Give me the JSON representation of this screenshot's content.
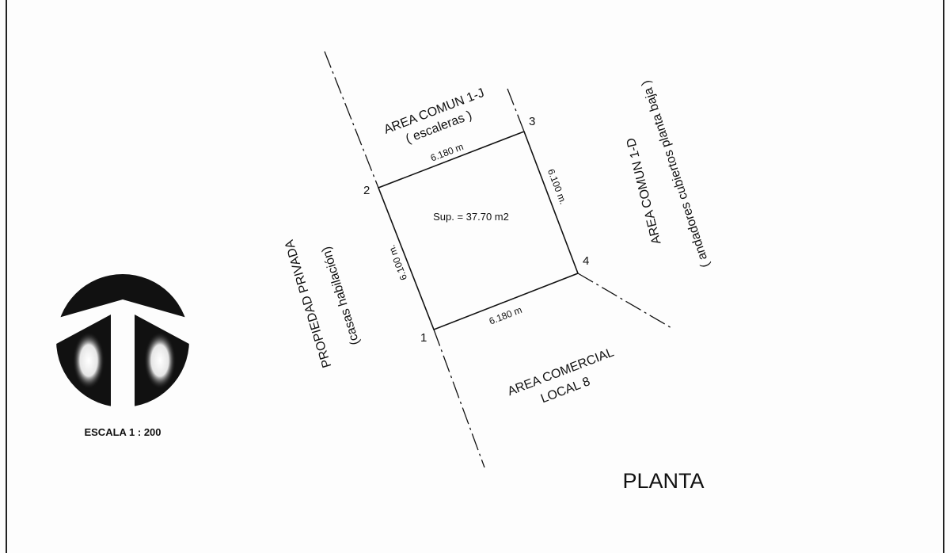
{
  "title": "PLANTA",
  "scale_label": "ESCALA 1 : 200",
  "area_label": "Sup. = 37.70 m2",
  "vertices": [
    "1",
    "2",
    "3",
    "4"
  ],
  "dimensions": {
    "top": "6.180 m",
    "bottom": "6.180 m",
    "left": "6.100 m.",
    "right": "6.100 m."
  },
  "neighbors": {
    "north": {
      "name": "AREA COMUN 1-J",
      "detail": "( escaleras )"
    },
    "east": {
      "name": "AREA COMUN 1-D",
      "detail": "( andadores cubiertos planta baja )"
    },
    "west": {
      "name": "PROPIEDAD PRIVADA",
      "detail": "(casas habilación)"
    },
    "south": {
      "name": "AREA COMERCIAL",
      "detail": "LOCAL 8"
    }
  },
  "north_arrow_icon": "north-arrow-icon"
}
